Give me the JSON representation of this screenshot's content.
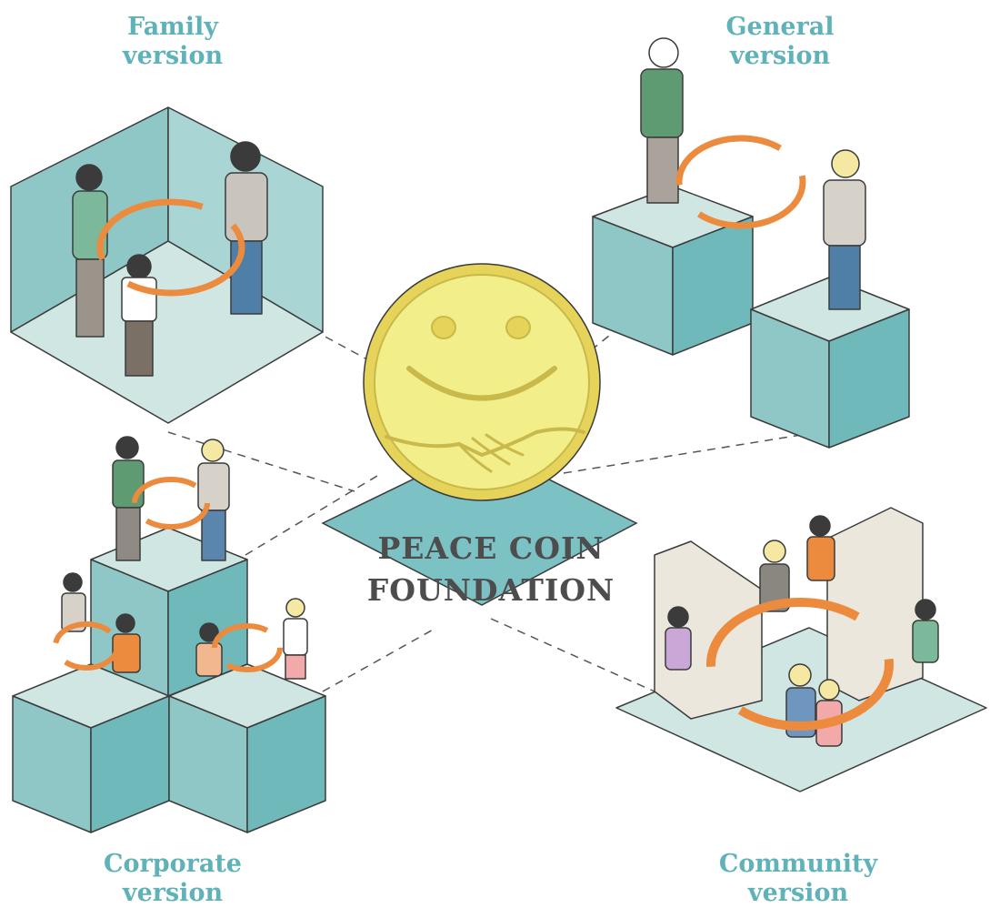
{
  "center": {
    "line1": "PEACE COIN",
    "line2": "FOUNDATION",
    "icon": "smiling-coin-with-handshake-icon"
  },
  "quadrants": {
    "family": {
      "line1": "Family",
      "line2": "version"
    },
    "general": {
      "line1": "General",
      "line2": "version"
    },
    "corporate": {
      "line1": "Corporate",
      "line2": "version"
    },
    "community": {
      "line1": "Community",
      "line2": "version"
    }
  },
  "colors": {
    "teal_light": "#cfe6e3",
    "teal_mid": "#96cfcf",
    "teal_dark": "#6fb9bb",
    "label": "#5fb3b8",
    "coin": "#f2ee8a",
    "coin_rim": "#e6d35a",
    "arrow": "#ec8a3e",
    "outline": "#3b3b3b",
    "text": "#4d4d4d"
  }
}
